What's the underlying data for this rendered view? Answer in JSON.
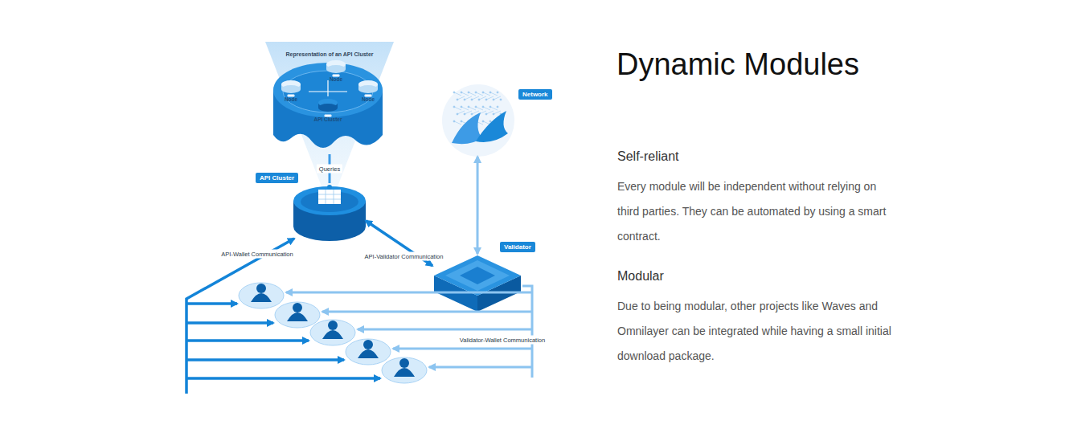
{
  "diagram": {
    "title": "Dynamic Modules",
    "nodes": [
      {
        "text": [
          "Representation of an API Cluster"
        ]
      },
      {
        "text": [
          "Node"
        ],
        "in": 0
      },
      {
        "text": [
          "Node"
        ],
        "in": 0
      },
      {
        "text": [
          "Node"
        ],
        "in": 0
      },
      {
        "text": [
          "API Cluster"
        ],
        "in": 0
      },
      {
        "text": [
          "API Cluster"
        ]
      },
      {
        "text": [
          "Network"
        ]
      },
      {
        "text": [
          "Validator"
        ]
      }
    ],
    "edges": [
      {
        "from": 5,
        "to": 0,
        "label": "Queries",
        "arrow": "none"
      },
      {
        "from": 5,
        "to": 7,
        "label": "API-Validator Communication",
        "arrow": "both"
      },
      {
        "from": 7,
        "to": 6,
        "arrow": "both"
      }
    ],
    "labels": [
      "API-Wallet Communication",
      "Validator-Wallet Communication",
      "Self-reliant",
      "Every module will be independent without relying on third parties. They can be automated by using a smart contract.",
      "Modular",
      "Due to being modular, other projects like Waves and Omnilayer can be integrated while having a small initial download package."
    ]
  }
}
